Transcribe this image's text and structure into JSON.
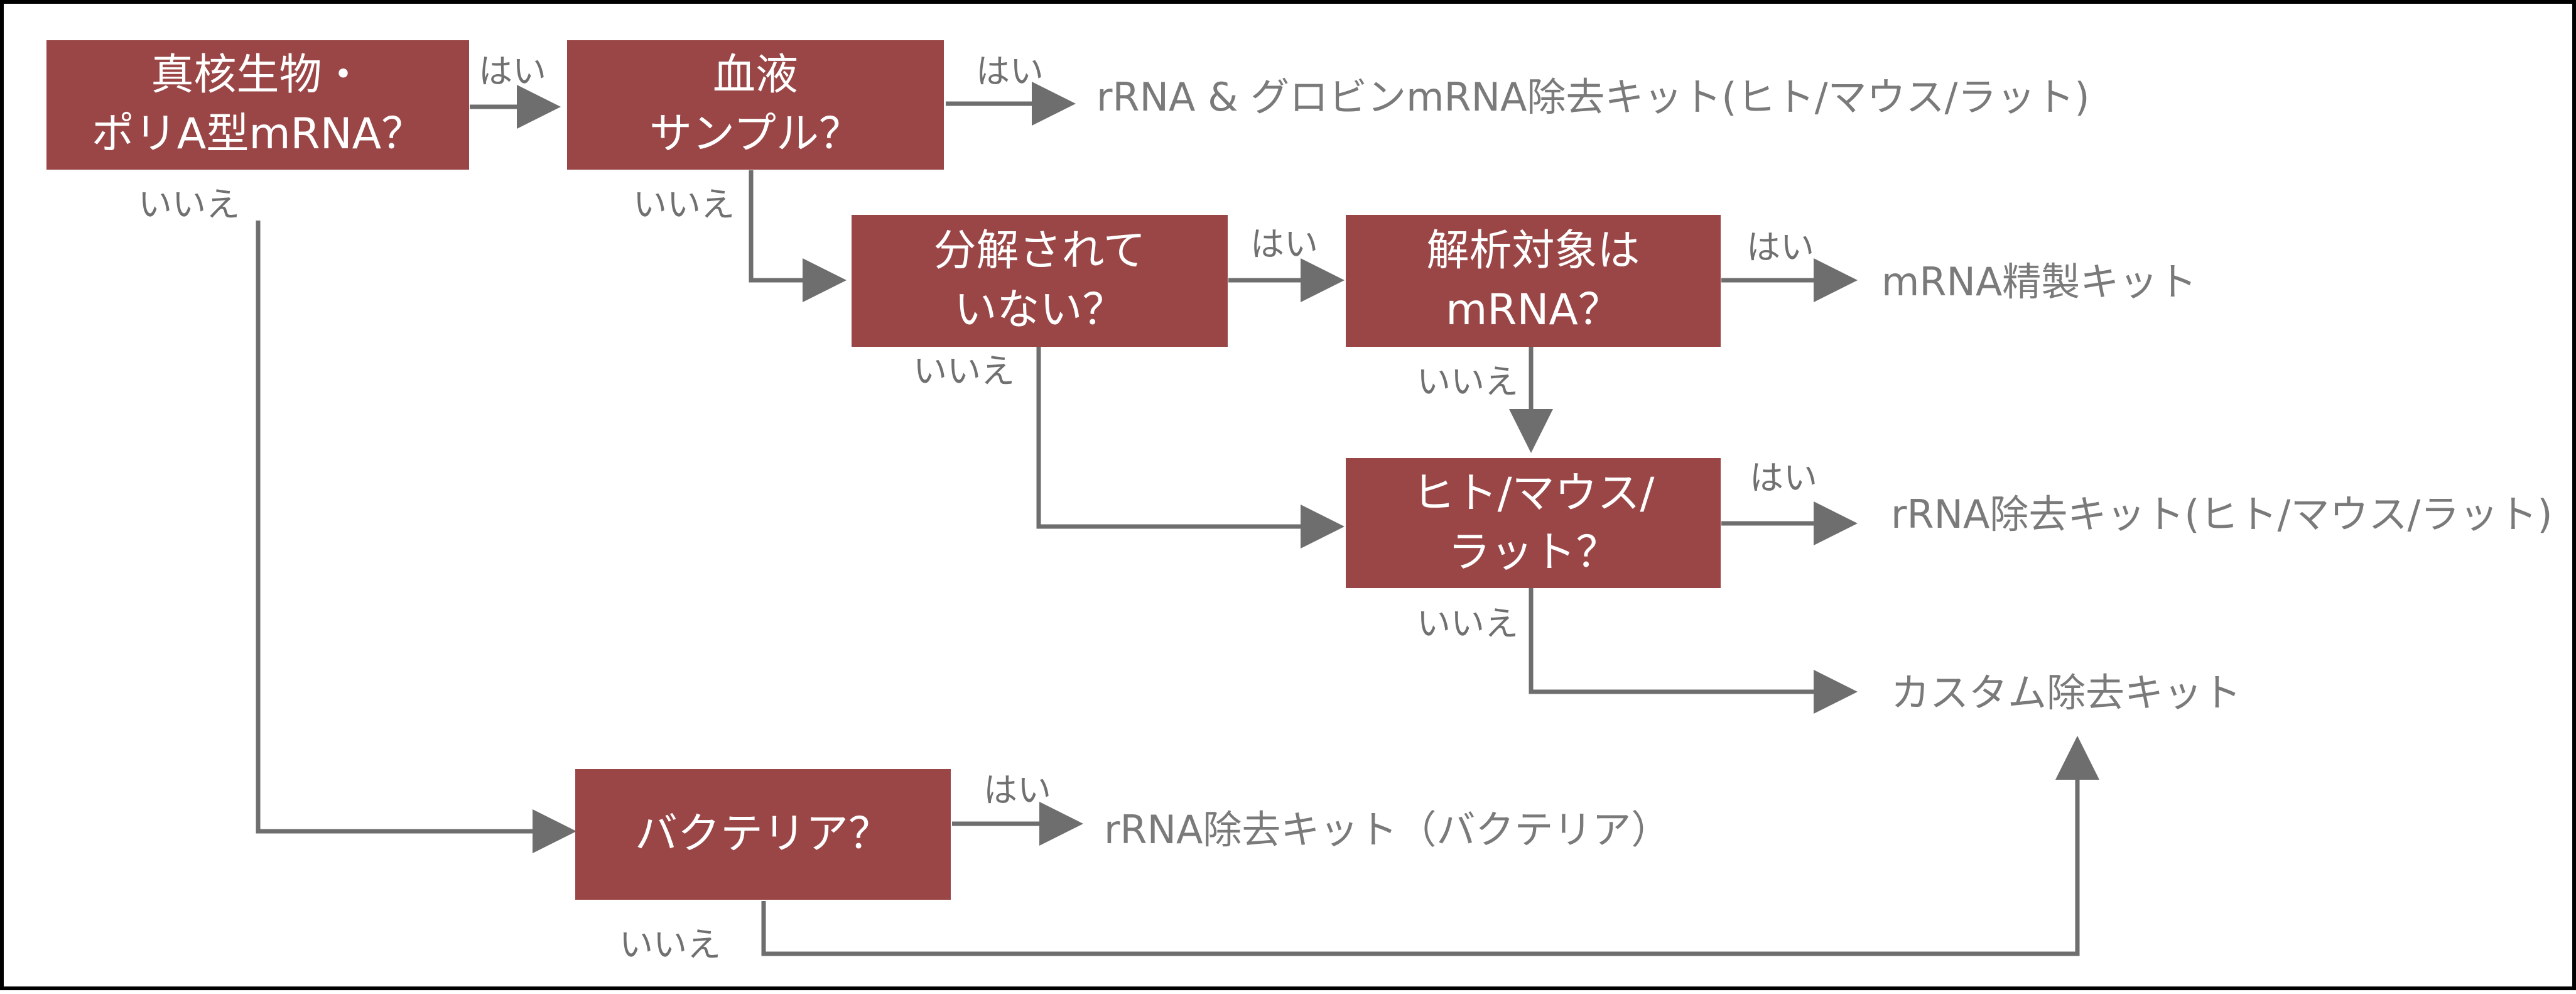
{
  "nodes": {
    "eukaryote": {
      "line1": "真核生物・",
      "line2": "ポリA型mRNA？"
    },
    "blood": {
      "line1": "血液",
      "line2": "サンプル？"
    },
    "intact": {
      "line1": "分解されて",
      "line2": "いない？"
    },
    "target_mrna": {
      "line1": "解析対象は",
      "line2": "mRNA？"
    },
    "species": {
      "line1": "ヒト/マウス/",
      "line2": "ラット？"
    },
    "bacteria": {
      "line1": "バクテリア？"
    }
  },
  "labels": {
    "yes": "はい",
    "no": "いいえ"
  },
  "outcomes": {
    "rrna_globin": "rRNA & グロビンmRNA除去キット(ヒト/マウス/ラット)",
    "mrna_purification": "mRNA精製キット",
    "rrna_hmr": "rRNA除去キット(ヒト/マウス/ラット)",
    "custom": "カスタム除去キット",
    "rrna_bacteria": "rRNA除去キット（バクテリア）"
  },
  "colors": {
    "node_fill": "#9a4646",
    "node_text": "#ffffff",
    "connector": "#6e6e6e",
    "label_text": "#707070",
    "outcome_text": "#7a7a7a",
    "border": "#000000"
  }
}
